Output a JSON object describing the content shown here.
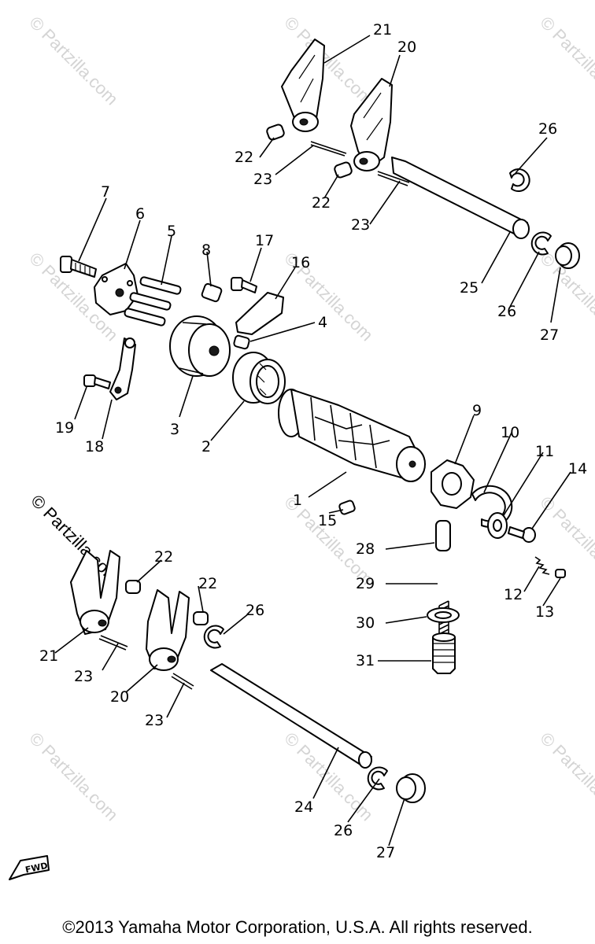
{
  "diagram": {
    "labels": {
      "p1": "1",
      "p2": "2",
      "p3": "3",
      "p4": "4",
      "p5": "5",
      "p6": "6",
      "p7": "7",
      "p8": "8",
      "p9": "9",
      "p10": "10",
      "p11": "11",
      "p12": "12",
      "p13": "13",
      "p14": "14",
      "p15": "15",
      "p16": "16",
      "p17": "17",
      "p18": "18",
      "p19": "19",
      "p20a": "20",
      "p20b": "20",
      "p21a": "21",
      "p21b": "21",
      "p22a": "22",
      "p22b": "22",
      "p22c": "22",
      "p22d": "22",
      "p23a": "23",
      "p23b": "23",
      "p23c": "23",
      "p23d": "23",
      "p24": "24",
      "p25": "25",
      "p26a": "26",
      "p26b": "26",
      "p26c": "26",
      "p26d": "26",
      "p27a": "27",
      "p27b": "27",
      "p28": "28",
      "p29": "29",
      "p30": "30",
      "p31": "31"
    },
    "fwd_label": "FWD",
    "watermark_text": "© Partzilla.com",
    "watermark_color": "#d4d4d4"
  },
  "footer": {
    "copyright": "©2013  Yamaha Motor Corporation, U.S.A. All rights reserved."
  }
}
